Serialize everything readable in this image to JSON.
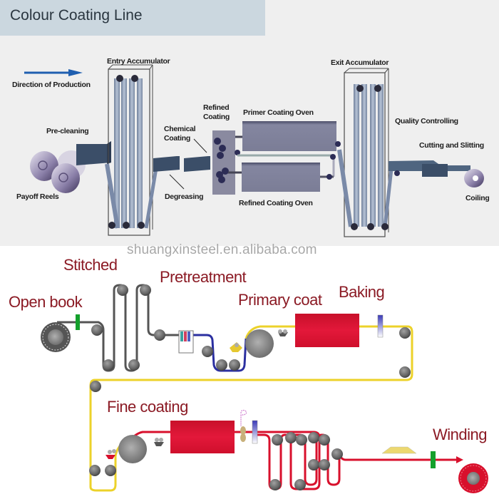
{
  "top_diagram": {
    "title": "Colour Coating Line",
    "direction_label": "Direction of Production",
    "stages": {
      "payoff_reels": "Payoff Reels",
      "pre_cleaning": "Pre-cleaning",
      "entry_accumulator": "Entry Accumulator",
      "chemical_coating": "Chemical\nCoating",
      "chemical_coating_l1": "Chemical",
      "chemical_coating_l2": "Coating",
      "degreasing": "Degreasing",
      "refined_coating_l1": "Refined",
      "refined_coating_l2": "Coating",
      "primer_coating_oven": "Primer Coating Oven",
      "refined_coating_oven": "Refined Coating Oven",
      "exit_accumulator": "Exit Accumulator",
      "quality_controlling": "Quality Controlling",
      "cutting_and_slitting": "Cutting and Slitting",
      "coiling": "Coiling"
    }
  },
  "watermark": "shuangxinsteel.en.alibaba.com",
  "bottom_diagram": {
    "stages": {
      "open_book": "Open book",
      "stitched": "Stitched",
      "pretreatment": "Pretreatment",
      "primary_coat": "Primary coat",
      "baking": "Baking",
      "fine_coating": "Fine coating",
      "winding": "Winding"
    },
    "colors": {
      "strip_gray": "#555555",
      "strip_blue": "#2b2fa0",
      "strip_yellow": "#f0d020",
      "strip_red": "#d8102c",
      "oven_red": "#d8102c",
      "label_red": "#8b1a24",
      "marker_green": "#14a02c",
      "machine_slate": "#3e5068"
    }
  }
}
